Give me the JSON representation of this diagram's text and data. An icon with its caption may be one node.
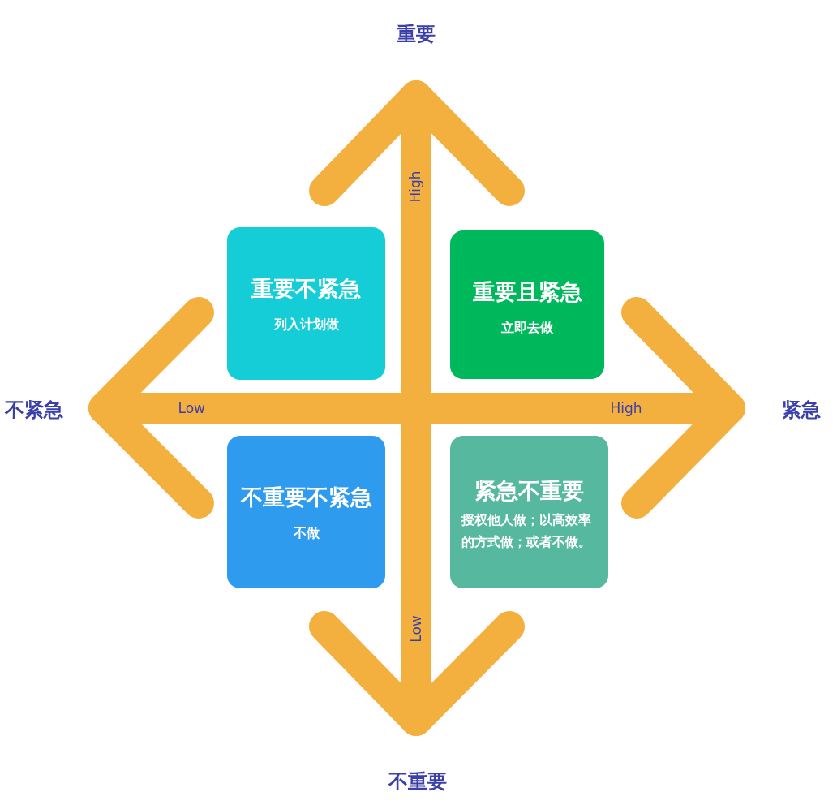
{
  "diagram": {
    "nodes": [
      {
        "text": [
          "重要不紧急",
          "列入计划做"
        ]
      },
      {
        "text": [
          "重要且紧急",
          "立即去做"
        ]
      },
      {
        "text": [
          "不重要不紧急",
          "不做"
        ]
      },
      {
        "text": [
          "紧急不重要",
          "授权他人做；以高效率的方式做；或者不做。"
        ]
      }
    ],
    "edges": [],
    "labels": [
      "重要",
      "High",
      "不紧急",
      "Low",
      "High",
      "紧急",
      "Low",
      "不重要"
    ]
  }
}
